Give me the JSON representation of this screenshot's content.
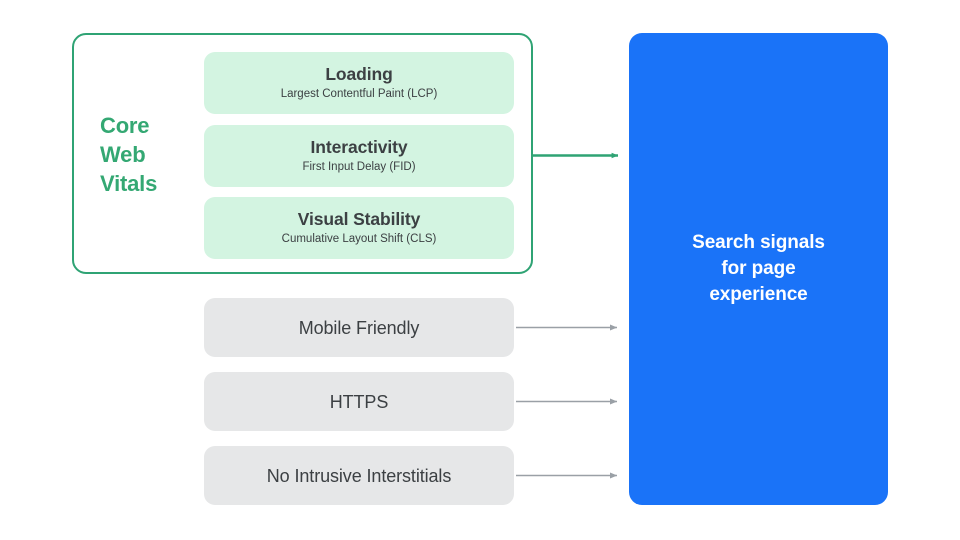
{
  "diagram": {
    "title_group": {
      "label": "Core\nWeb\nVitals",
      "accent_color": "#34A873",
      "border_color": "#2FA374"
    },
    "vitals": [
      {
        "name": "loading",
        "title": "Loading",
        "subtitle": "Largest Contentful Paint (LCP)",
        "fill": "#D3F4E1"
      },
      {
        "name": "interactivity",
        "title": "Interactivity",
        "subtitle": "First Input Delay (FID)",
        "fill": "#D3F4E1"
      },
      {
        "name": "visual-stability",
        "title": "Visual Stability",
        "subtitle": "Cumulative Layout Shift (CLS)",
        "fill": "#D3F4E1"
      }
    ],
    "other_signals": [
      {
        "name": "mobile-friendly",
        "label": "Mobile Friendly",
        "fill": "#E6E7E8"
      },
      {
        "name": "https",
        "label": "HTTPS",
        "fill": "#E6E7E8"
      },
      {
        "name": "no-intrusive-interstitials",
        "label": "No Intrusive Interstitials",
        "fill": "#E6E7E8"
      }
    ],
    "destination": {
      "name": "search-signals-panel",
      "text": "Search signals\nfor page\nexperience",
      "fill": "#1A73F8",
      "text_color": "#FFFFFF"
    },
    "connectors": [
      {
        "name": "core-web-vitals-arrow",
        "color": "#2FA374",
        "from": "core-web-vitals-group",
        "to": "search-signals-panel"
      },
      {
        "name": "mobile-friendly-arrow",
        "color": "#9AA0A6",
        "from": "mobile-friendly",
        "to": "search-signals-panel"
      },
      {
        "name": "https-arrow",
        "color": "#9AA0A6",
        "from": "https",
        "to": "search-signals-panel"
      },
      {
        "name": "no-intrusive-interstitials-arrow",
        "color": "#9AA0A6",
        "from": "no-intrusive-interstitials",
        "to": "search-signals-panel"
      }
    ]
  }
}
